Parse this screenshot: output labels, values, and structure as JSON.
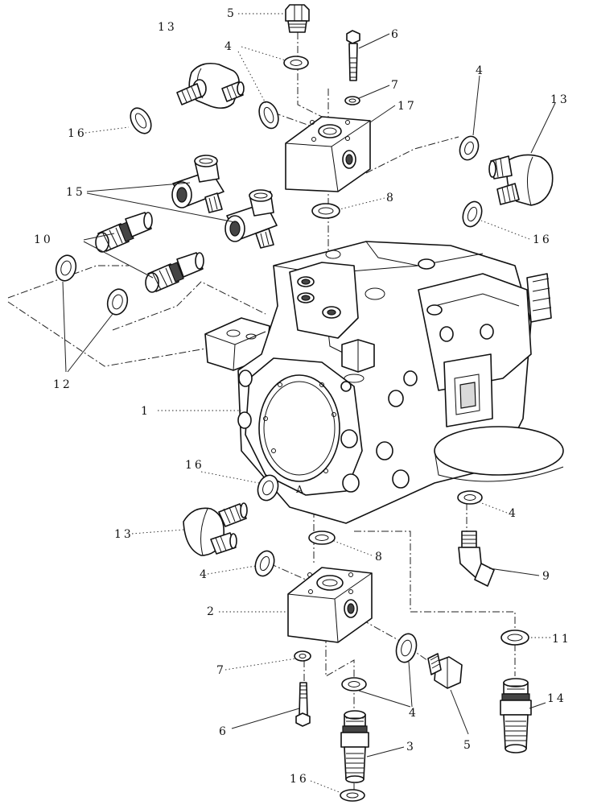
{
  "diagram": {
    "callouts": [
      {
        "id": "c1",
        "label": "1"
      },
      {
        "id": "c2",
        "label": "2"
      },
      {
        "id": "c3",
        "label": "3"
      },
      {
        "id": "c4a",
        "label": "4"
      },
      {
        "id": "c4b",
        "label": "4"
      },
      {
        "id": "c4c",
        "label": "4"
      },
      {
        "id": "c4d",
        "label": "4"
      },
      {
        "id": "c4e",
        "label": "4"
      },
      {
        "id": "c5a",
        "label": "5"
      },
      {
        "id": "c5b",
        "label": "5"
      },
      {
        "id": "c6a",
        "label": "6"
      },
      {
        "id": "c6b",
        "label": "6"
      },
      {
        "id": "c7a",
        "label": "7"
      },
      {
        "id": "c7b",
        "label": "7"
      },
      {
        "id": "c8a",
        "label": "8"
      },
      {
        "id": "c8b",
        "label": "8"
      },
      {
        "id": "c9",
        "label": "9"
      },
      {
        "id": "c10",
        "label": "10"
      },
      {
        "id": "c11",
        "label": "11"
      },
      {
        "id": "c12",
        "label": "12"
      },
      {
        "id": "c13a",
        "label": "13"
      },
      {
        "id": "c13b",
        "label": "13"
      },
      {
        "id": "c13c",
        "label": "13"
      },
      {
        "id": "c14",
        "label": "14"
      },
      {
        "id": "c15",
        "label": "15"
      },
      {
        "id": "c16a",
        "label": "16"
      },
      {
        "id": "c16b",
        "label": "16"
      },
      {
        "id": "c16c",
        "label": "16"
      },
      {
        "id": "c16d",
        "label": "16"
      },
      {
        "id": "c17",
        "label": "17"
      }
    ]
  }
}
